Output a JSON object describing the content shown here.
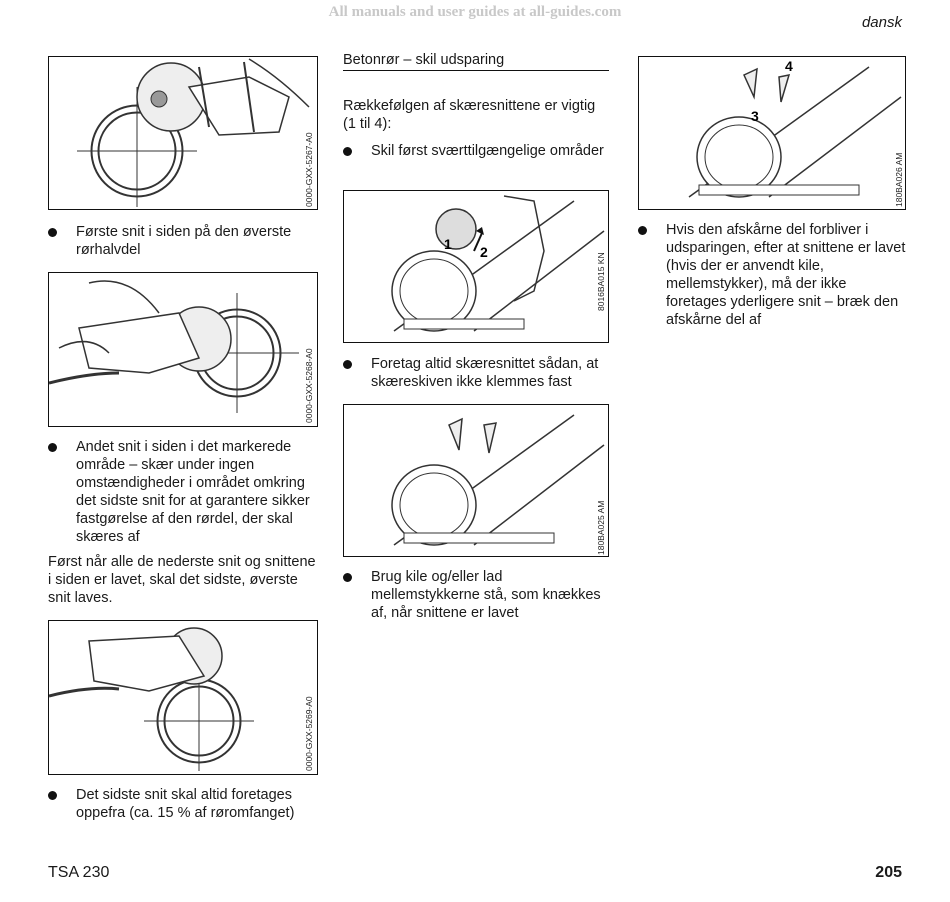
{
  "watermark": "All manuals and user guides at all-guides.com",
  "language": "dansk",
  "footer": {
    "model": "TSA 230",
    "page": "205"
  },
  "column1": {
    "figures": [
      {
        "code": "0000-GXX-5267-A0"
      },
      {
        "code": "0000-GXX-5268-A0"
      },
      {
        "code": "0000-GXX-5269-A0"
      }
    ],
    "bullets": [
      "Første snit i siden på den øverste rørhalvdel",
      "Andet snit i siden i det markerede område – skær under ingen omstændigheder i området omkring det sidste snit for at garantere sikker fastgørelse af den rørdel, der skal skæres af",
      "Det sidste snit skal altid foretages oppefra (ca. 15 % af røromfanget)"
    ],
    "paragraph": "Først når alle de nederste snit og snittene i siden er lavet, skal det sidste, øverste snit laves."
  },
  "column2": {
    "heading": "Betonrør – skil udsparing",
    "intro": "Rækkefølgen af skæresnittene er vigtig (1 til 4):",
    "bullets": [
      "Skil først sværttilgængelige områder",
      "Foretag altid skæresnittet sådan, at skæreskiven ikke klemmes fast",
      "Brug kile og/eller lad mellemstykkerne stå, som knækkes af, når snittene er lavet"
    ],
    "figures": [
      {
        "code": "8016BA015 KN",
        "num1": "1",
        "num2": "2"
      },
      {
        "code": "180BA025 AM"
      }
    ]
  },
  "column3": {
    "figure": {
      "code": "180BA026 AM",
      "num3": "3",
      "num4": "4"
    },
    "bullets": [
      "Hvis den afskårne del forbliver i udsparingen, efter at snittene er lavet (hvis der er anvendt kile, mellemstykker), må der ikke foretages yderligere snit – bræk den afskårne del af"
    ]
  }
}
